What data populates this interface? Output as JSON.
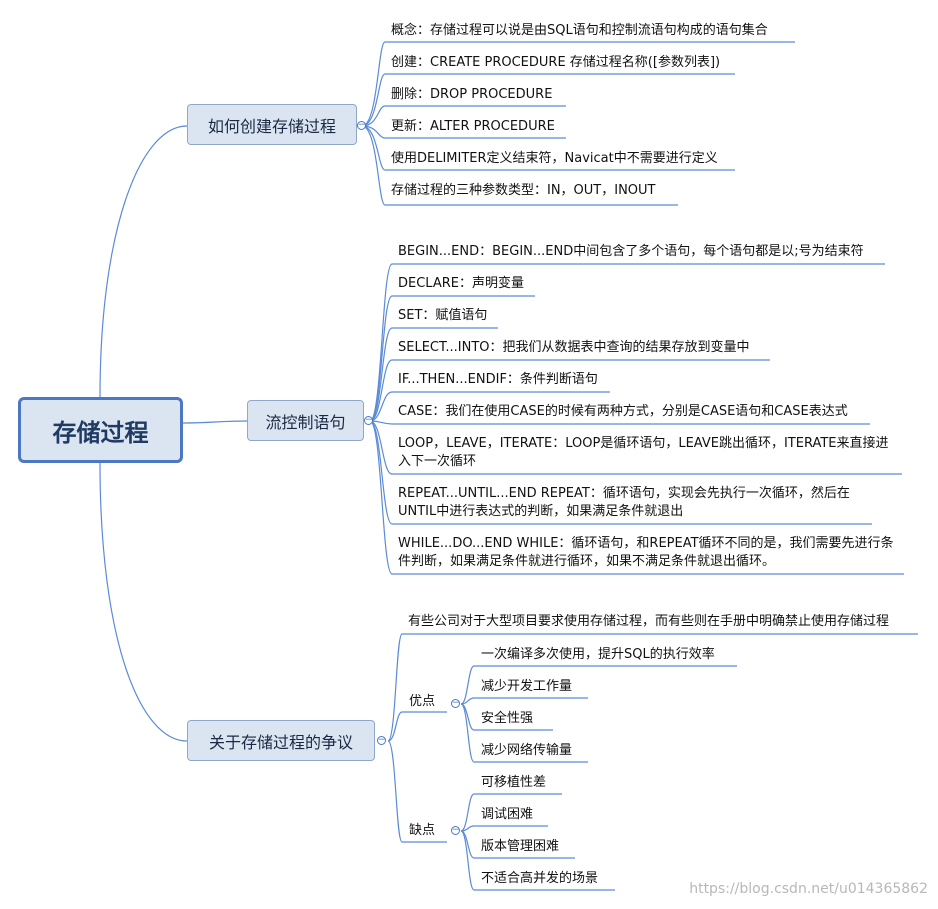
{
  "root": "存储过程",
  "b1": {
    "title": "如何创建存储过程",
    "items": [
      "概念：存储过程可以说是由SQL语句和控制流语句构成的语句集合",
      "创建：CREATE PROCEDURE 存储过程名称([参数列表])",
      "删除：DROP PROCEDURE",
      "更新：ALTER PROCEDURE",
      "使用DELIMITER定义结束符，Navicat中不需要进行定义",
      "存储过程的三种参数类型：IN，OUT，INOUT"
    ]
  },
  "b2": {
    "title": "流控制语句",
    "items": [
      "BEGIN...END：BEGIN...END中间包含了多个语句，每个语句都是以;号为结束符",
      "DECLARE：声明变量",
      "SET：赋值语句",
      "SELECT...INTO：把我们从数据表中查询的结果存放到变量中",
      "IF...THEN...ENDIF：条件判断语句",
      "CASE：我们在使用CASE的时候有两种方式，分别是CASE语句和CASE表达式",
      "LOOP，LEAVE，ITERATE：LOOP是循环语句，LEAVE跳出循环，ITERATE来直接进入下一次循环",
      "REPEAT...UNTIL...END REPEAT：循环语句，实现会先执行一次循环，然后在UNTIL中进行表达式的判断，如果满足条件就退出",
      "WHILE...DO...END WHILE：循环语句，和REPEAT循环不同的是，我们需要先进行条件判断，如果满足条件就进行循环，如果不满足条件就退出循环。"
    ]
  },
  "b3": {
    "title": "关于存储过程的争议",
    "note": "有些公司对于大型项目要求使用存储过程，而有些则在手册中明确禁止使用存储过程",
    "pros_label": "优点",
    "pros": [
      "一次编译多次使用，提升SQL的执行效率",
      "减少开发工作量",
      "安全性强",
      "减少网络传输量"
    ],
    "cons_label": "缺点",
    "cons": [
      "可移植性差",
      "调试困难",
      "版本管理困难",
      "不适合高并发的场景"
    ]
  },
  "watermark": "https://blog.csdn.net/u014365862",
  "colors": {
    "line": "#5b8bd6",
    "node_fill": "#dbe5f1",
    "root_border": "#4a78c2"
  }
}
